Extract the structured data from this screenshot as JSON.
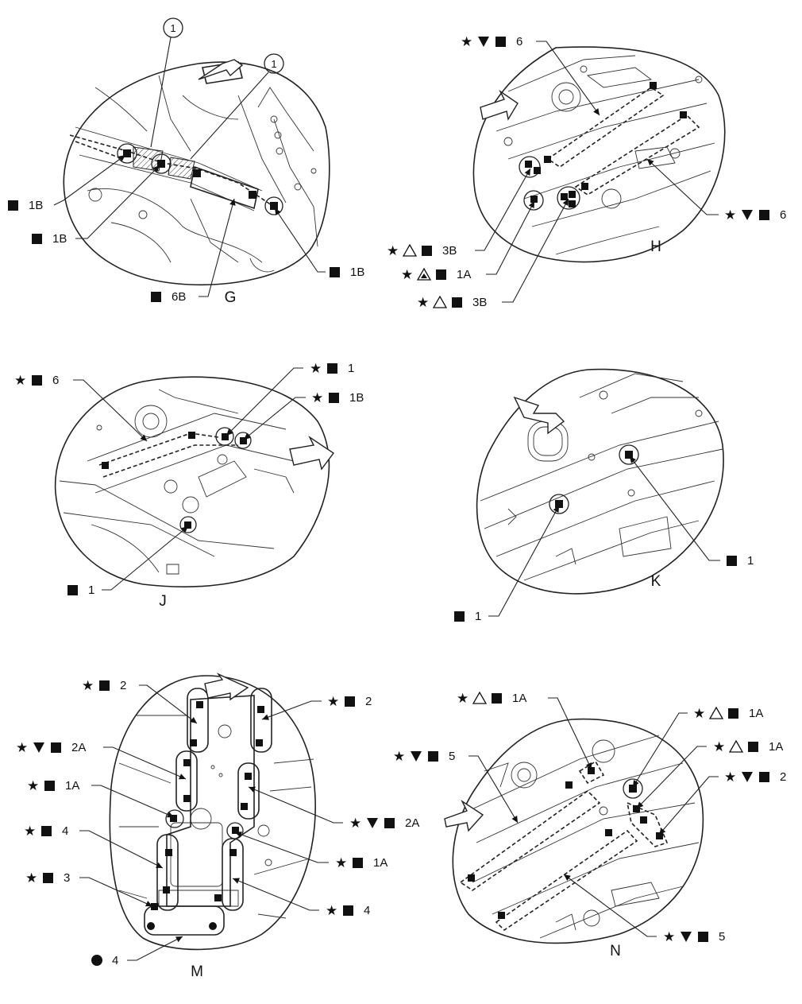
{
  "views": [
    {
      "id": "G",
      "label": "G",
      "callouts": [
        {
          "id": "g1",
          "symbols": [
            "square"
          ],
          "code": "1B"
        },
        {
          "id": "g2",
          "symbols": [
            "square"
          ],
          "code": "1B"
        },
        {
          "id": "g3",
          "symbols": [
            "square"
          ],
          "code": "6B"
        },
        {
          "id": "g4",
          "symbols": [
            "square"
          ],
          "code": "1B"
        }
      ],
      "part_numbers": [
        "1",
        "1"
      ]
    },
    {
      "id": "H",
      "label": "H",
      "callouts": [
        {
          "id": "h1",
          "symbols": [
            "star",
            "triangle-down",
            "square"
          ],
          "code": "6"
        },
        {
          "id": "h2",
          "symbols": [
            "star",
            "triangle-down",
            "square"
          ],
          "code": "6"
        },
        {
          "id": "h3",
          "symbols": [
            "star",
            "triangle-open",
            "square"
          ],
          "code": "3B"
        },
        {
          "id": "h4",
          "symbols": [
            "star",
            "triangle-special",
            "square"
          ],
          "code": "1A"
        },
        {
          "id": "h5",
          "symbols": [
            "star",
            "triangle-open",
            "square"
          ],
          "code": "3B"
        }
      ]
    },
    {
      "id": "J",
      "label": "J",
      "callouts": [
        {
          "id": "j1",
          "symbols": [
            "star",
            "square"
          ],
          "code": "6"
        },
        {
          "id": "j2",
          "symbols": [
            "star",
            "square"
          ],
          "code": "1"
        },
        {
          "id": "j3",
          "symbols": [
            "star",
            "square"
          ],
          "code": "1B"
        },
        {
          "id": "j4",
          "symbols": [
            "square"
          ],
          "code": "1"
        }
      ]
    },
    {
      "id": "K",
      "label": "K",
      "callouts": [
        {
          "id": "k1",
          "symbols": [
            "square"
          ],
          "code": "1"
        },
        {
          "id": "k2",
          "symbols": [
            "square"
          ],
          "code": "1"
        }
      ]
    },
    {
      "id": "M",
      "label": "M",
      "callouts": [
        {
          "id": "m1",
          "symbols": [
            "star",
            "square"
          ],
          "code": "2"
        },
        {
          "id": "m2",
          "symbols": [
            "star",
            "square"
          ],
          "code": "2"
        },
        {
          "id": "m3",
          "symbols": [
            "star",
            "triangle-down",
            "square"
          ],
          "code": "2A"
        },
        {
          "id": "m4",
          "symbols": [
            "star",
            "square"
          ],
          "code": "1A"
        },
        {
          "id": "m5",
          "symbols": [
            "star",
            "triangle-down",
            "square"
          ],
          "code": "2A"
        },
        {
          "id": "m6",
          "symbols": [
            "star",
            "square"
          ],
          "code": "4"
        },
        {
          "id": "m7",
          "symbols": [
            "star",
            "square"
          ],
          "code": "1A"
        },
        {
          "id": "m8",
          "symbols": [
            "star",
            "square"
          ],
          "code": "3"
        },
        {
          "id": "m9",
          "symbols": [
            "star",
            "square"
          ],
          "code": "4"
        },
        {
          "id": "m10",
          "symbols": [
            "circle"
          ],
          "code": "4"
        }
      ]
    },
    {
      "id": "N",
      "label": "N",
      "callouts": [
        {
          "id": "n1",
          "symbols": [
            "star",
            "triangle-open",
            "square"
          ],
          "code": "1A"
        },
        {
          "id": "n2",
          "symbols": [
            "star",
            "triangle-open",
            "square"
          ],
          "code": "1A"
        },
        {
          "id": "n3",
          "symbols": [
            "star",
            "triangle-down",
            "square"
          ],
          "code": "5"
        },
        {
          "id": "n4",
          "symbols": [
            "star",
            "triangle-open",
            "square"
          ],
          "code": "1A"
        },
        {
          "id": "n5",
          "symbols": [
            "star",
            "triangle-down",
            "square"
          ],
          "code": "2"
        },
        {
          "id": "n6",
          "symbols": [
            "star",
            "triangle-down",
            "square"
          ],
          "code": "5"
        }
      ]
    }
  ],
  "style": {
    "ink": "#1a1a1a",
    "paper": "#ffffff"
  }
}
